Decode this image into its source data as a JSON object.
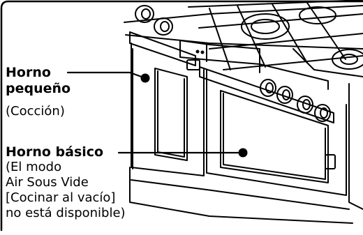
{
  "callouts": {
    "small_oven": {
      "title_line1": "Horno",
      "title_line2": "pequeño",
      "note": "(Cocción)"
    },
    "basic_oven": {
      "title": "Horno básico",
      "note_line1": "(El modo",
      "note_line2": "Air Sous Vide",
      "note_line3": "[Cocinar al vacío]",
      "note_line4": "no está disponible)"
    }
  },
  "colors": {
    "line": "#000000",
    "background": "#ffffff"
  }
}
